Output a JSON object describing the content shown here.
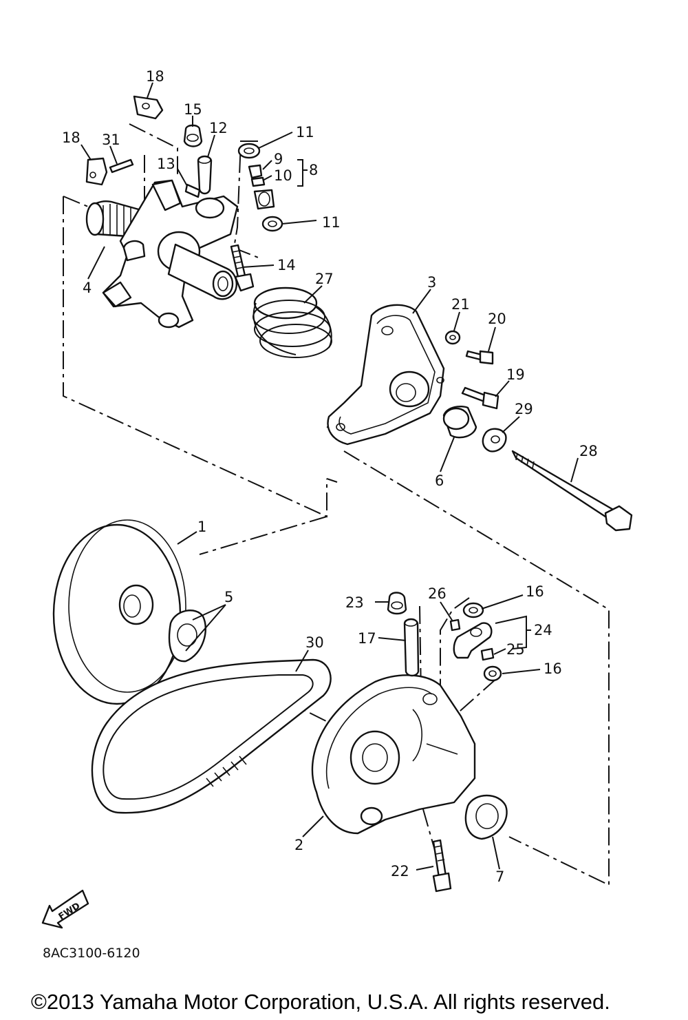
{
  "callouts": [
    {
      "id": "c18a",
      "text": "18"
    },
    {
      "id": "c18b",
      "text": "18"
    },
    {
      "id": "c31",
      "text": "31"
    },
    {
      "id": "c15",
      "text": "15"
    },
    {
      "id": "c12",
      "text": "12"
    },
    {
      "id": "c13",
      "text": "13"
    },
    {
      "id": "c11a",
      "text": "11"
    },
    {
      "id": "c9",
      "text": "9"
    },
    {
      "id": "c10",
      "text": "10"
    },
    {
      "id": "c8",
      "text": "8"
    },
    {
      "id": "c11b",
      "text": "11"
    },
    {
      "id": "c4",
      "text": "4"
    },
    {
      "id": "c14",
      "text": "14"
    },
    {
      "id": "c27",
      "text": "27"
    },
    {
      "id": "c3",
      "text": "3"
    },
    {
      "id": "c21",
      "text": "21"
    },
    {
      "id": "c20",
      "text": "20"
    },
    {
      "id": "c19",
      "text": "19"
    },
    {
      "id": "c29",
      "text": "29"
    },
    {
      "id": "c6",
      "text": "6"
    },
    {
      "id": "c28",
      "text": "28"
    },
    {
      "id": "c1",
      "text": "1"
    },
    {
      "id": "c5",
      "text": "5"
    },
    {
      "id": "c23",
      "text": "23"
    },
    {
      "id": "c26",
      "text": "26"
    },
    {
      "id": "c16a",
      "text": "16"
    },
    {
      "id": "c30",
      "text": "30"
    },
    {
      "id": "c17",
      "text": "17"
    },
    {
      "id": "c24",
      "text": "24"
    },
    {
      "id": "c25",
      "text": "25"
    },
    {
      "id": "c16b",
      "text": "16"
    },
    {
      "id": "c2",
      "text": "2"
    },
    {
      "id": "c22",
      "text": "22"
    },
    {
      "id": "c7",
      "text": "7"
    }
  ],
  "fwd_arrow": {
    "label": "FWD"
  },
  "diagram_code": "8AC3100-6120",
  "copyright": "©2013 Yamaha Motor Corporation, U.S.A. All rights reserved."
}
